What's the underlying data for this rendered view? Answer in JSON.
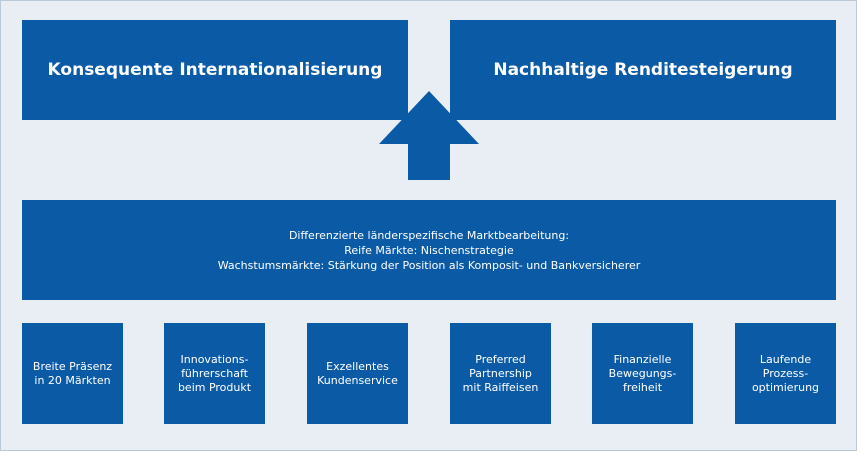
{
  "colors": {
    "box": "#0b5aa6",
    "background": "#e8eef4",
    "text": "#ffffff"
  },
  "goals": {
    "left": "Konsequente Internationalisierung",
    "right": "Nachhaltige Renditesteigerung"
  },
  "strategy": {
    "line1": "Differenzierte länderspezifische Marktbearbeitung:",
    "line2": "Reife Märkte: Nischenstrategie",
    "line3": "Wachstumsmärkte: Stärkung der Position als Komposit- und Bankversicherer"
  },
  "pillars": [
    {
      "lines": [
        "Breite Präsenz",
        "in 20 Märkten"
      ]
    },
    {
      "lines": [
        "Innovations-",
        "führerschaft",
        "beim Produkt"
      ]
    },
    {
      "lines": [
        "Exzellentes",
        "Kundenservice"
      ]
    },
    {
      "lines": [
        "Preferred",
        "Partnership",
        "mit Raiffeisen"
      ]
    },
    {
      "lines": [
        "Finanzielle",
        "Bewegungs-",
        "freiheit"
      ]
    },
    {
      "lines": [
        "Laufende",
        "Prozess-",
        "optimierung"
      ]
    }
  ]
}
